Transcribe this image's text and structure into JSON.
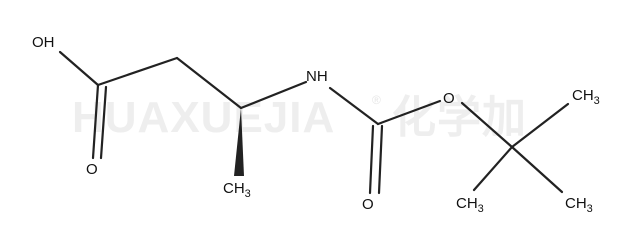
{
  "watermark": {
    "text": "HUAXUEJIA",
    "registered_mark": "®",
    "cjk_text": "化学加"
  },
  "atoms": {
    "hydroxyl": "OH",
    "carbonyl_oxygen_acid": "O",
    "amine": "NH",
    "ester_oxygen": "O",
    "carbamate_carbonyl_oxygen": "O",
    "methyl_stereo": {
      "main": "CH",
      "sub": "3"
    },
    "methyl_top": {
      "main": "CH",
      "sub": "3"
    },
    "methyl_left": {
      "main": "CH",
      "sub": "3"
    },
    "methyl_right": {
      "main": "CH",
      "sub": "3"
    }
  },
  "colors": {
    "bond": "#222222",
    "text": "#111111",
    "watermark": "#eeeeee"
  }
}
